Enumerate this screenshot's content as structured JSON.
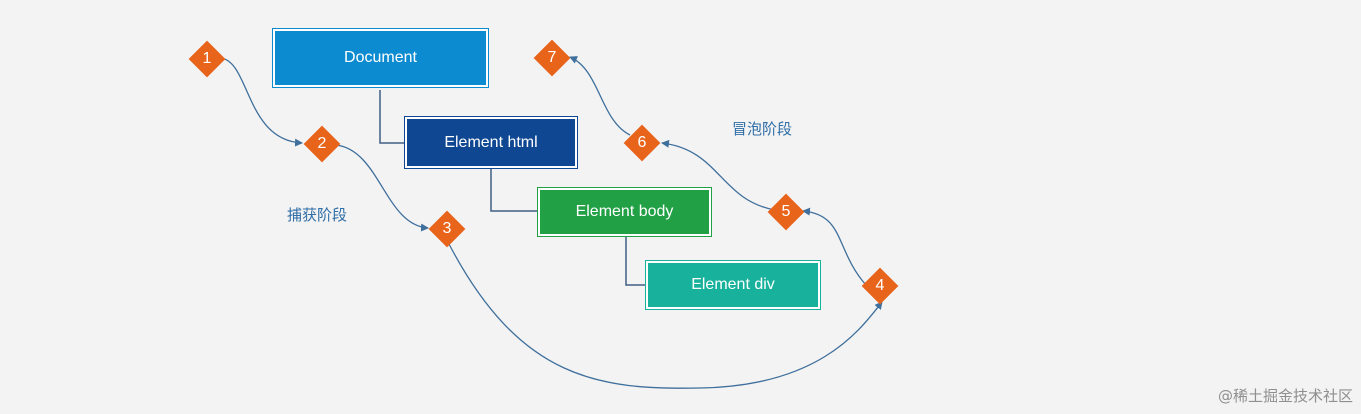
{
  "nodes": {
    "document": "Document",
    "html": "Element html",
    "body": "Element body",
    "div": "Element div"
  },
  "phases": {
    "capture": "捕获阶段",
    "bubble": "冒泡阶段"
  },
  "steps": [
    "1",
    "2",
    "3",
    "4",
    "5",
    "6",
    "7"
  ],
  "colors": {
    "document": "#0c8bd0",
    "html": "#0f4793",
    "body": "#21a046",
    "div": "#17b19c",
    "step": "#e8641b",
    "arrow": "#3f6f9c"
  },
  "watermark": "@稀土掘金技术社区"
}
